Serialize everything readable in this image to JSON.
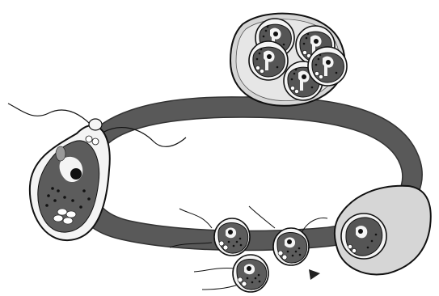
{
  "diagram": {
    "kind": "life-cycle illustration",
    "labels": [],
    "colors": {
      "ring": "#595959",
      "ring_edge": "#3a3a3a",
      "cyst_wall": "#d6d6d6",
      "cell_body": "#f4f4f4",
      "nucleus_mass": "#5c5c5c",
      "dots": "#1a1a1a",
      "outline": "#111111",
      "paper": "#ffffff"
    },
    "stages": [
      {
        "id": "flagellate-large"
      },
      {
        "id": "multi-cell-cyst"
      },
      {
        "id": "encysting-cell"
      },
      {
        "id": "small-flagellate-1"
      },
      {
        "id": "small-flagellate-2"
      },
      {
        "id": "small-flagellate-3"
      }
    ]
  }
}
